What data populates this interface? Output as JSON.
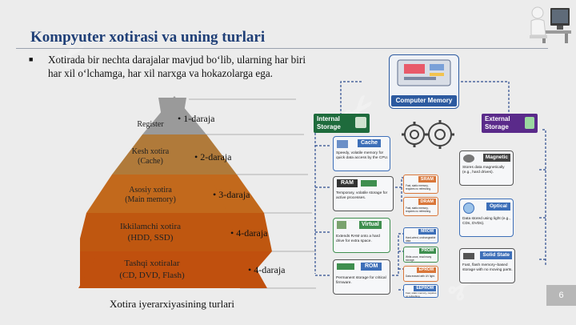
{
  "slide": {
    "title": "Kompyuter xotirasi va uning turlari",
    "bullet": "Xotirada bir nechta darajalar mavjud bo‘lib, ularning har biri har xil o‘lchamga, har xil narxga va hokazolarga ega.",
    "page_number": "6"
  },
  "pyramid": {
    "caption": "Xotira iyerarxiyasining turlari",
    "levels": [
      {
        "label1": "Register",
        "label2": "",
        "level": "• 1-daraja",
        "color": "#9a9a9a"
      },
      {
        "label1": "Kesh xotira",
        "label2": "(Cache)",
        "level": "• 2-daraja",
        "color": "#b07a3a"
      },
      {
        "label1": "Asosiy xotira",
        "label2": "(Main memory)",
        "level": "• 3-daraja",
        "color": "#c2691c"
      },
      {
        "label1": "Ikkilamchi xotira",
        "label2": "(HDD, SSD)",
        "level": "• 4-daraja",
        "color": "#bf5710"
      },
      {
        "label1": "Tashqi xotiralar",
        "label2": "(CD, DVD, Flash)",
        "level": "• 4-daraja",
        "color": "#c0500e"
      }
    ]
  },
  "diagram": {
    "center_title": "Computer Memory",
    "internal": "Internal Storage",
    "external": "External Storage",
    "left": [
      {
        "tag": "Cache",
        "desc": "Speedy, volatile memory for quick data access by the CPU."
      },
      {
        "tag": "RAM",
        "desc": "Temporary, volatile storage for active processes."
      },
      {
        "tag": "Virtual",
        "desc": "Extends RAM onto a hard drive for extra space."
      },
      {
        "tag": "ROM",
        "desc": "Permanent storage for critical firmware."
      }
    ],
    "mid": [
      {
        "tag": "SRAM",
        "desc": "Fast, static memory, requires no refreshing."
      },
      {
        "tag": "DRAM",
        "desc": "Fast, static memory, requires no refreshing."
      },
      {
        "tag": "MROM",
        "desc": "Hard-wired, unchangeable data."
      },
      {
        "tag": "PROM",
        "desc": "Write-once, read many storage."
      },
      {
        "tag": "EPROM",
        "desc": "Data erased with UV light."
      },
      {
        "tag": "EEPROM",
        "desc": "Fast, static memory, requires no refreshing."
      }
    ],
    "right": [
      {
        "tag": "Magnetic",
        "desc": "Stores data magnetically (e.g., hard drives)."
      },
      {
        "tag": "Optical",
        "desc": "Data stored using light (e.g., CDs, DVDs)."
      },
      {
        "tag": "Solid State",
        "desc": "Fast, flash memory–based storage with no moving parts."
      }
    ],
    "colors": {
      "internal": "#1e6b3c",
      "external": "#5a2a8a",
      "center": "#2c5aa0",
      "green_tag": "#3f8f4f",
      "blue_tag": "#3d6fb8",
      "orange_tag": "#d9773a"
    }
  }
}
